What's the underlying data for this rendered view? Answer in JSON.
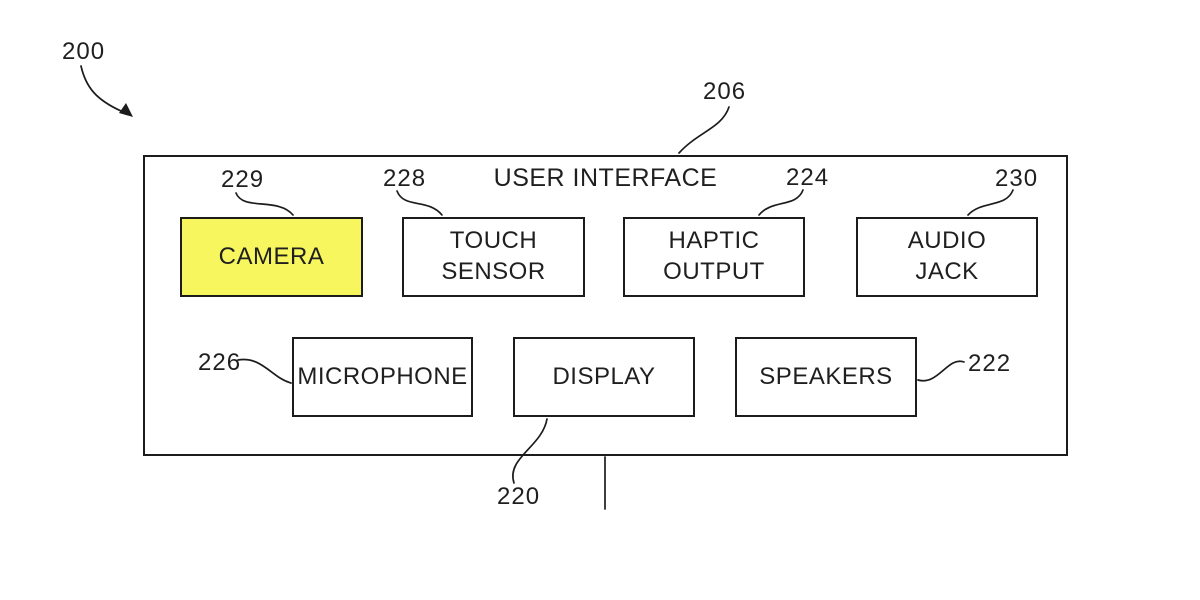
{
  "figure": {
    "figure_ref": "200",
    "container": {
      "ref": "206",
      "title": "USER INTERFACE"
    },
    "blocks": {
      "camera": {
        "ref": "229",
        "label": "CAMERA",
        "highlighted": true
      },
      "touch_sensor": {
        "ref": "228",
        "label": "TOUCH\nSENSOR",
        "highlighted": false
      },
      "haptic_output": {
        "ref": "224",
        "label": "HAPTIC\nOUTPUT",
        "highlighted": false
      },
      "audio_jack": {
        "ref": "230",
        "label": "AUDIO\nJACK",
        "highlighted": false
      },
      "microphone": {
        "ref": "226",
        "label": "MICROPHONE",
        "highlighted": false
      },
      "display": {
        "ref": "220",
        "label": "DISPLAY",
        "highlighted": false
      },
      "speakers": {
        "ref": "222",
        "label": "SPEAKERS",
        "highlighted": false
      }
    },
    "colors": {
      "highlight": "#f7f65e",
      "line": "#1c1c1c",
      "background": "#ffffff"
    }
  }
}
